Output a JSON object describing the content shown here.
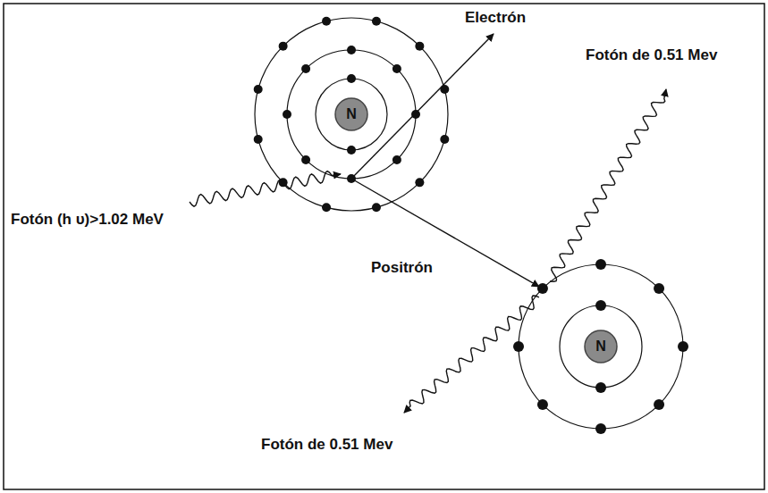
{
  "diagram": {
    "nodes": [
      {
        "text": [
          "N"
        ]
      },
      {
        "text": [
          "N"
        ]
      }
    ],
    "labels": [
      "Electrón",
      "Fotón de 0.51 Mev",
      "Fotón (h υ)>1.02 MeV",
      "Positrón",
      "Fotón de 0.51 Mev"
    ]
  }
}
